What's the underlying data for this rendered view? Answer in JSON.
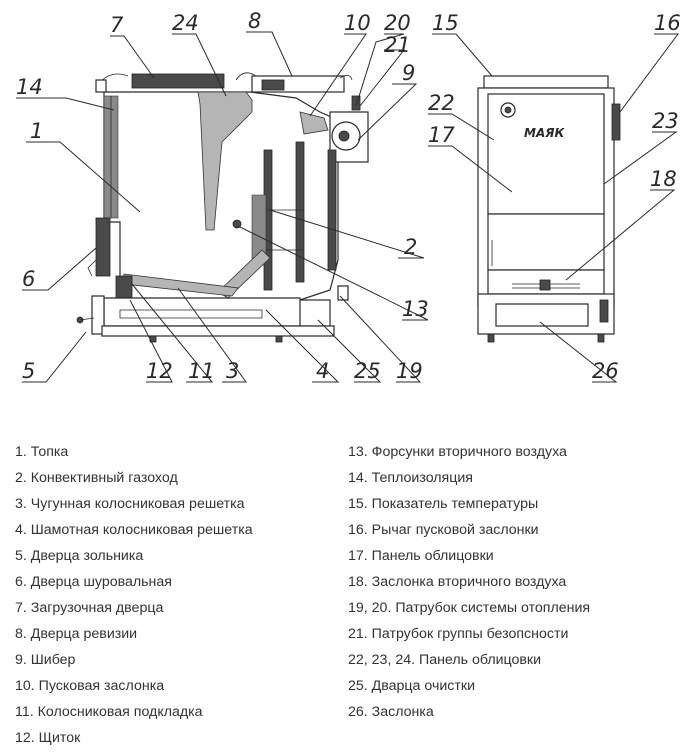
{
  "callouts": {
    "c1": "1",
    "c2": "2",
    "c3": "3",
    "c4": "4",
    "c5": "5",
    "c6": "6",
    "c7": "7",
    "c8": "8",
    "c9": "9",
    "c10": "10",
    "c11": "11",
    "c12": "12",
    "c13": "13",
    "c14": "14",
    "c15": "15",
    "c16": "16",
    "c17": "17",
    "c18": "18",
    "c19": "19",
    "c20": "20",
    "c21": "21",
    "c22": "22",
    "c23": "23",
    "c24": "24",
    "c25": "25",
    "c26": "26"
  },
  "brand": "МАЯК",
  "legend_left": [
    "1. Топка",
    "2. Конвективный газоход",
    "3. Чугунная колосниковая решетка",
    "4. Шамотная колосниковая решетка",
    "5. Дверца зольника",
    "6. Дверца шуровальная",
    "7. Загрузочная дверца",
    "8. Дверца ревизии",
    "9. Шибер",
    "10. Пусковая заслонка",
    "11. Колосниковая подкладка",
    "12. Щиток"
  ],
  "legend_right": [
    "13. Форсунки вторичного воздуха",
    "14. Теплоизоляция",
    "15. Показатель температуры",
    "16. Рычаг пусковой заслонки",
    "17. Панель облицовки",
    "18. Заслонка вторичного воздуха",
    "19, 20. Патрубок системы отопления",
    "21. Патрубок группы безопсности",
    "22, 23, 24. Панель облицовки",
    "25. Дварца очистки",
    "26. Заслонка"
  ]
}
